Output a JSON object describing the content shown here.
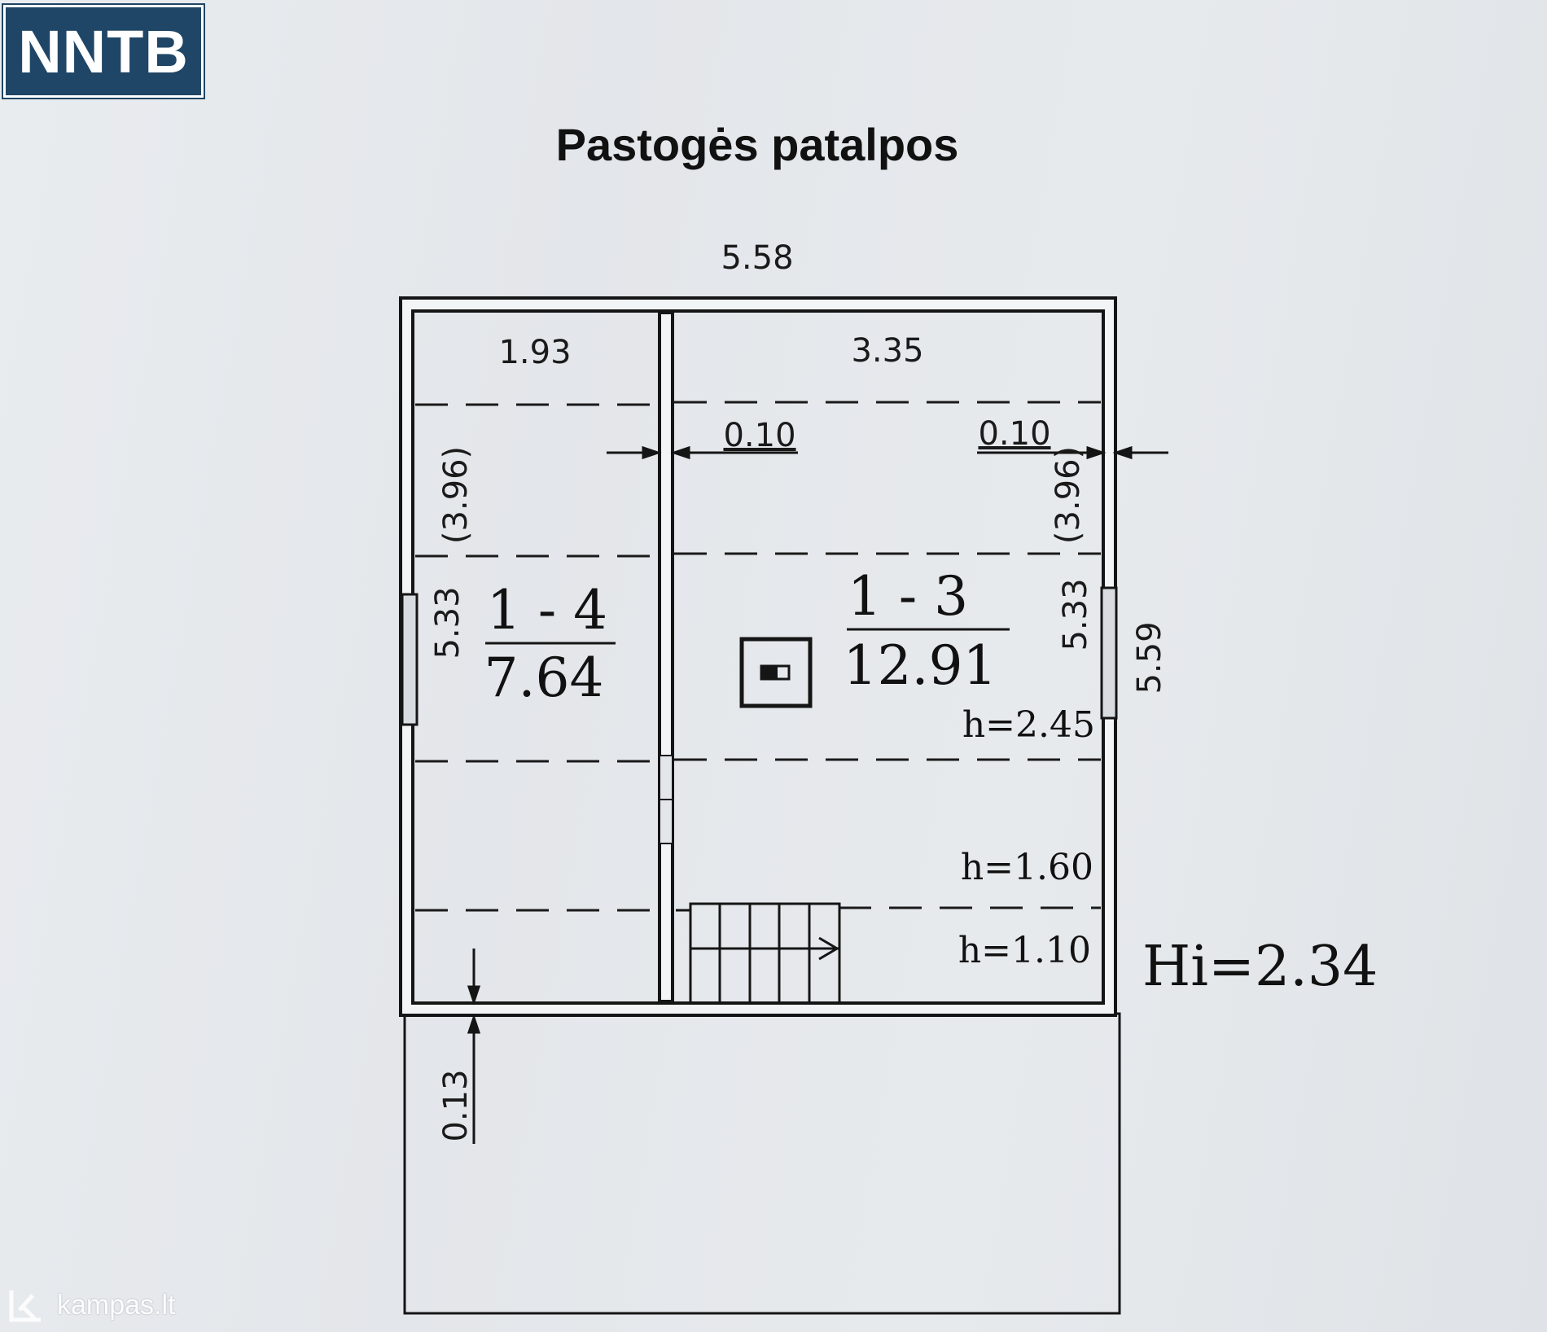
{
  "logo": {
    "text": "NNTB"
  },
  "title": "Pastogės patalpos",
  "dimensions": {
    "total_width": "5.58",
    "room_left_width": "1.93",
    "room_right_width": "3.35",
    "wall_left": "0.10",
    "wall_right": "0.10",
    "left_paren": "(3.96)",
    "right_paren": "(3.96)",
    "left_length": "5.33",
    "right_length": "5.33",
    "outer_length": "5.59",
    "bottom_gap": "0.13"
  },
  "rooms": [
    {
      "id": "1 - 4",
      "area": "7.64"
    },
    {
      "id": "1 - 3",
      "area": "12.91"
    }
  ],
  "heights": {
    "h1": "h=2.45",
    "h2": "h=1.60",
    "h3": "h=1.10",
    "hi": "Hi=2.34"
  },
  "watermark": {
    "text": "kampas.lt"
  },
  "colors": {
    "logo_bg": "#1f4666",
    "line": "#151515",
    "paper": "#e6e9ec"
  }
}
